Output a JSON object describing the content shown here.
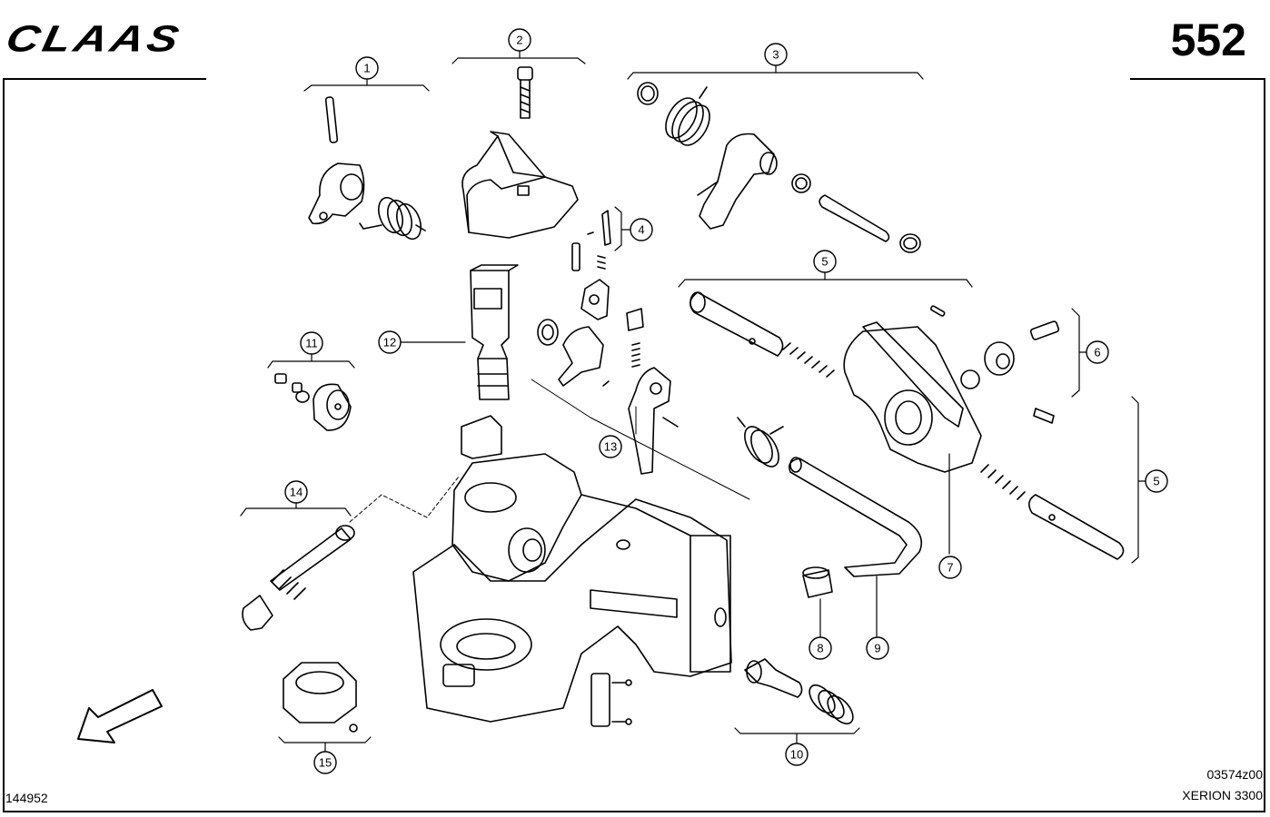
{
  "header": {
    "brand": "CLAAS",
    "page_number": "552"
  },
  "footer": {
    "document_id": "144952",
    "drawing_code": "03574z00",
    "model": "XERION 3300"
  },
  "callouts": [
    "1",
    "2",
    "3",
    "4",
    "5",
    "6",
    "7",
    "8",
    "9",
    "10",
    "11",
    "12",
    "13",
    "14",
    "5",
    "15"
  ],
  "icons": {
    "direction_arrow": "arrow-down-left-icon"
  }
}
